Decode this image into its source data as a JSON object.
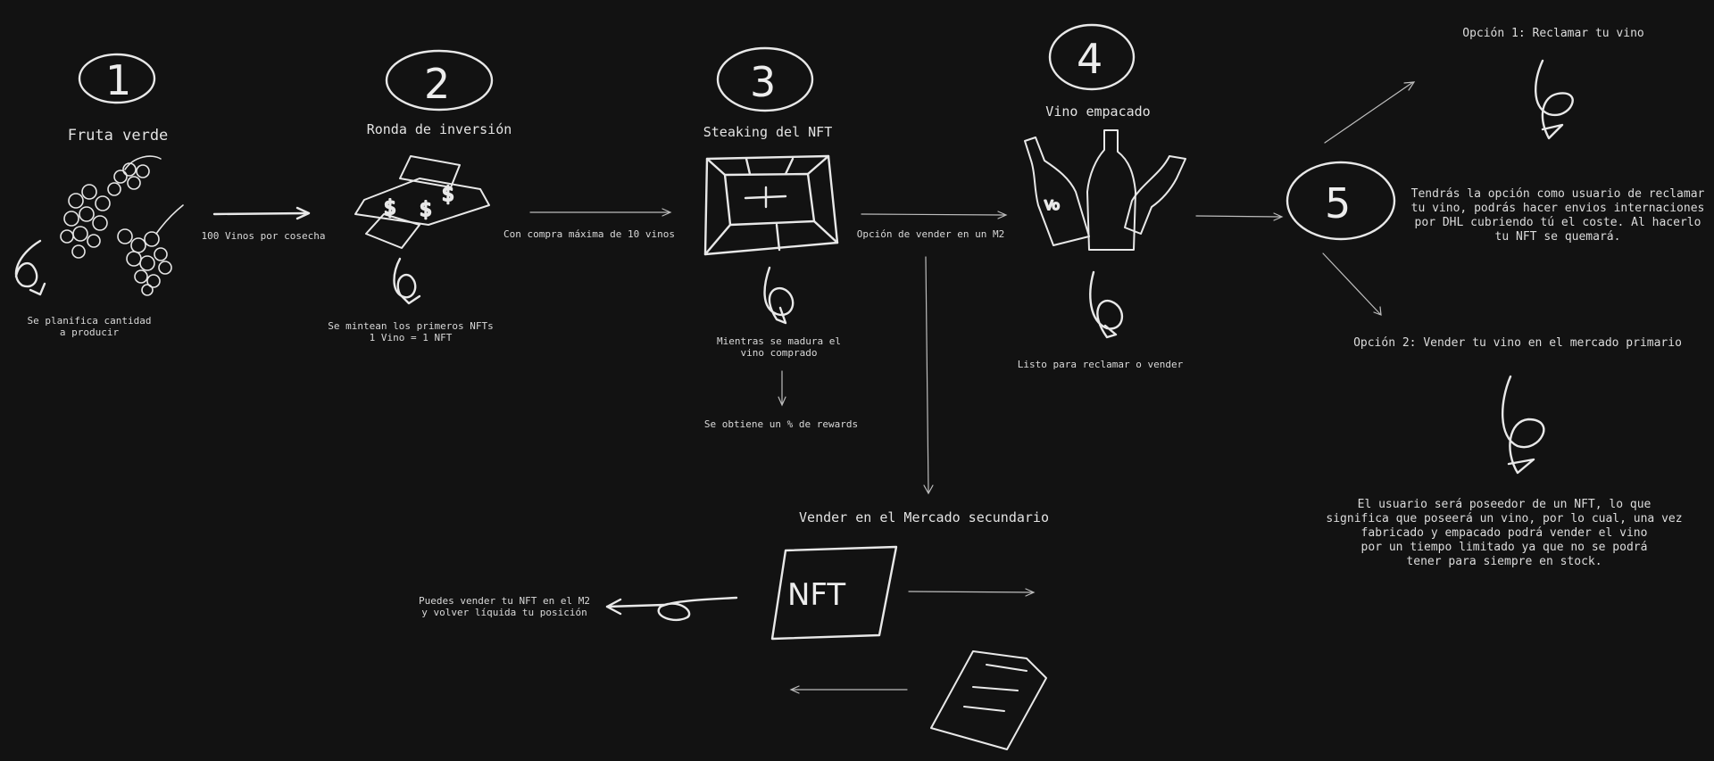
{
  "steps": [
    {
      "number": "1",
      "title": "Fruta verde",
      "caption": "Se planifica cantidad\na producir"
    },
    {
      "number": "2",
      "title": "Ronda de inversión",
      "caption": "Se mintean los primeros NFTs\n1 Vino = 1 NFT"
    },
    {
      "number": "3",
      "title": "Steaking del NFT",
      "caption": "Mientras se madura el\nvino comprado",
      "sub_caption": "Se obtiene un % de rewards"
    },
    {
      "number": "4",
      "title": "Vino empacado",
      "caption": "Listo para reclamar o vender"
    },
    {
      "number": "5"
    }
  ],
  "arrows": {
    "a1": "100 Vinos por cosecha",
    "a2": "Con compra máxima de 10 vinos",
    "a3": "Opción de vender en un M2"
  },
  "options": {
    "opt1_title": "Opción 1: Reclamar tu vino",
    "opt1_text": "Tendrás la opción como usuario de reclamar\ntu vino, podrás hacer envios internaciones\npor DHL cubriendo tú el coste. Al hacerlo\ntu NFT se quemará.",
    "opt2_title": "Opción 2: Vender tu vino en el mercado primario",
    "opt2_text": "El usuario será poseedor de un NFT, lo que\nsignifica que poseerá un vino, por lo cual, una vez\nfabricado y empacado podrá vender el vino\npor un tiempo limitado ya que no se podrá\ntener para siempre en stock."
  },
  "secondary": {
    "title": "Vender en el Mercado secundario",
    "nft_label": "NFT",
    "caption": "Puedes vender tu NFT en el M2\ny volver líquida tu posición"
  },
  "glyphs": {
    "six": "6",
    "bottle_label": "Vo"
  }
}
